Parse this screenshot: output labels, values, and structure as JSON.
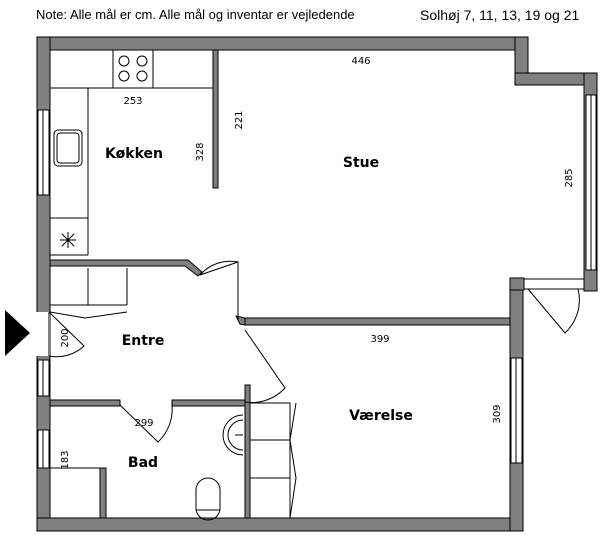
{
  "header": {
    "note": "Note: Alle mål er cm. Alle mål og inventar er vejledende",
    "address": "Solhøj 7, 11, 13, 19 og 21"
  },
  "rooms": {
    "kitchen": {
      "name": "Køkken",
      "width": "253",
      "depth": "328"
    },
    "living": {
      "name": "Stue",
      "width": "446",
      "depth": "285",
      "wall": "221"
    },
    "entrance": {
      "name": "Entre",
      "depth": "200"
    },
    "bedroom": {
      "name": "Værelse",
      "width": "399",
      "depth": "309"
    },
    "bath": {
      "name": "Bad",
      "width": "299",
      "depth": "183"
    }
  },
  "colors": {
    "wall": "#808080",
    "line": "#000000"
  }
}
